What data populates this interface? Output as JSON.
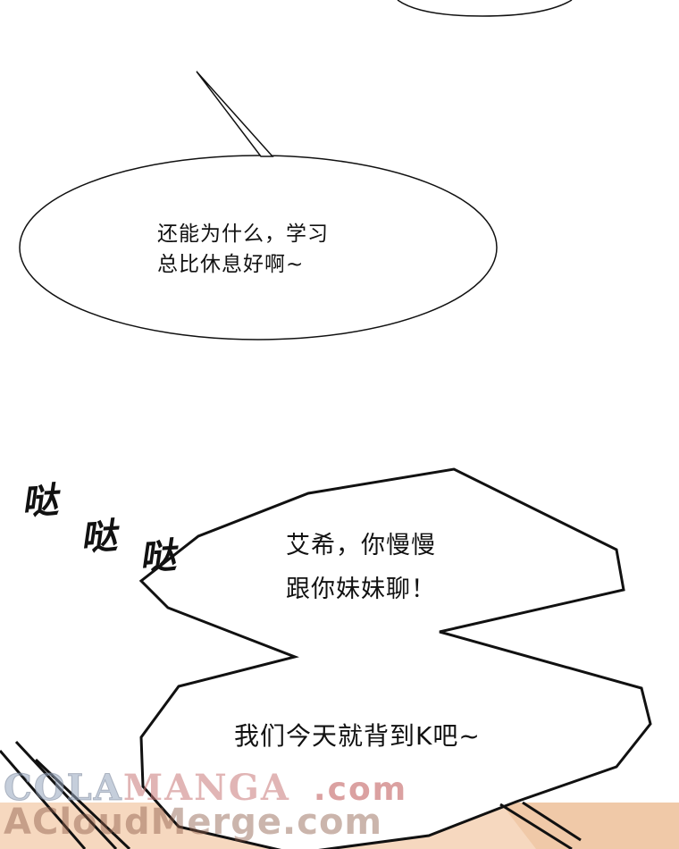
{
  "bubble1": {
    "line1": "还能为什么，学习",
    "line2": "总比休息好啊~"
  },
  "bubble2": {
    "line1": "艾希，你慢慢",
    "line2": "跟你妹妹聊！",
    "line3": "我们今天就背到K吧~"
  },
  "sfx": {
    "s1": "哒",
    "s2": "哒",
    "s3": "哒"
  },
  "watermark": {
    "part1": "COLA",
    "part2": "MANGA",
    "part3": ".com",
    "line2": "ACloudMerge.com"
  },
  "colors": {
    "background": "#ffffff",
    "ink": "#111111",
    "floor": "#f6d8bf"
  }
}
